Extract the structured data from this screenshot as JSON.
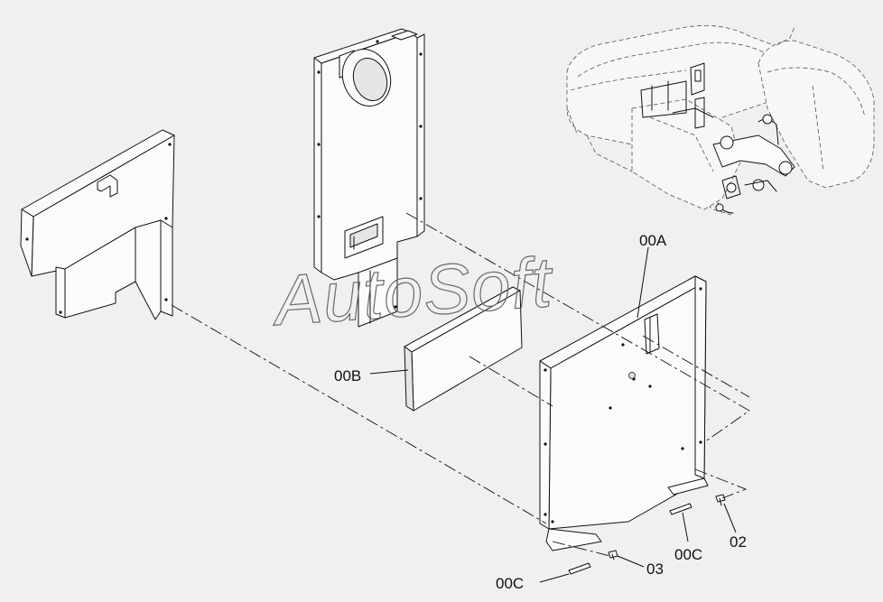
{
  "watermark": "AutoSoft",
  "callouts": [
    {
      "id": "c-00A",
      "label": "00A"
    },
    {
      "id": "c-00B",
      "label": "00B"
    },
    {
      "id": "c-00C-left",
      "label": "00C"
    },
    {
      "id": "c-00C-right",
      "label": "00C"
    },
    {
      "id": "c-02",
      "label": "02"
    },
    {
      "id": "c-03",
      "label": "03"
    }
  ]
}
